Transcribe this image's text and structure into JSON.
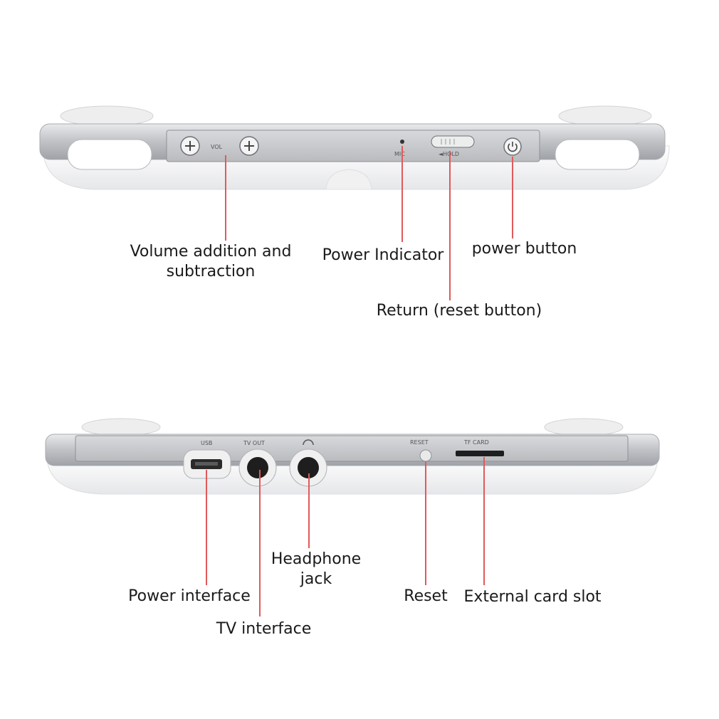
{
  "top_view": {
    "engraving": {
      "vol": "VOL",
      "mic": "MIC",
      "hold": "◄HOLD"
    },
    "labels": {
      "volume_line1": "Volume addition and",
      "volume_line2": "subtraction",
      "power_indicator": "Power Indicator",
      "power_button": "power button",
      "return_reset": "Return (reset button)"
    }
  },
  "bottom_view": {
    "engraving": {
      "usb": "USB",
      "tv_out": "TV OUT",
      "reset": "RESET",
      "tf_card": "TF CARD"
    },
    "labels": {
      "power_interface": "Power interface",
      "tv_interface": "TV interface",
      "headphone_line1": "Headphone",
      "headphone_line2": "jack",
      "reset": "Reset",
      "external_card_slot": "External card slot"
    }
  },
  "colors": {
    "callout_line": "#e05a5a",
    "body": "#f2f2f4",
    "panel": "#c9cbcf"
  }
}
